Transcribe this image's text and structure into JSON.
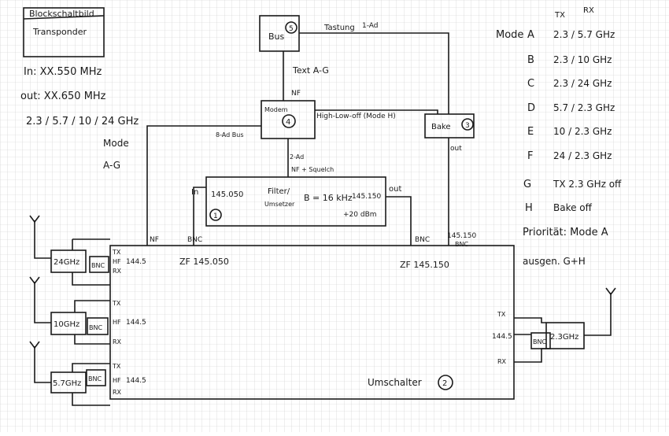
{
  "sheet": {
    "title_line1": "Blockschaltbild",
    "title_line2": "Transponder",
    "in_freq": "In: XX.550 MHz",
    "out_freq": "out: XX.650 MHz",
    "bands": "2.3 / 5.7 / 10 / 24 GHz",
    "mode_line1": "Mode",
    "mode_line2": "A-G"
  },
  "mode_table": {
    "col_tx": "TX",
    "col_rx": "RX",
    "header": "Mode",
    "rows": [
      {
        "letter": "A",
        "value": "2.3 / 5.7 GHz"
      },
      {
        "letter": "B",
        "value": "2.3 / 10 GHz"
      },
      {
        "letter": "C",
        "value": "2.3 / 24 GHz"
      },
      {
        "letter": "D",
        "value": "5.7 / 2.3 GHz"
      },
      {
        "letter": "E",
        "value": "10 / 2.3 GHz"
      },
      {
        "letter": "F",
        "value": "24 / 2.3 GHz"
      },
      {
        "letter": "G",
        "value": "TX 2.3 GHz off"
      },
      {
        "letter": "H",
        "value": "Bake off"
      }
    ],
    "priority": "Priorität: Mode A",
    "except": "ausgen. G+H"
  },
  "blocks": {
    "bus": {
      "label": "Bus",
      "num": "5"
    },
    "modem": {
      "label": "Modem",
      "num": "4"
    },
    "bake": {
      "label": "Bake",
      "num": "3"
    },
    "filter": {
      "num": "1",
      "freq": "145.050",
      "name1": "Filter/",
      "name2": "Umsetzer",
      "bw": "B = 16 kHz",
      "out_freq": "145.150",
      "power": "+20 dBm"
    },
    "umschalter": {
      "label": "Umschalter",
      "num": "2"
    },
    "conv24": {
      "label": "24GHz"
    },
    "conv10": {
      "label": "10GHz"
    },
    "conv57": {
      "label": "5.7GHz"
    },
    "conv23": {
      "label": "2.3GHz"
    }
  },
  "labels": {
    "tastung": "Tastung",
    "one_ad": "1-Ad",
    "text_ag": "Text A-G",
    "nf_top": "NF",
    "high_low": "High-Low-off (Mode H)",
    "bus_8ad": "8-Ad Bus",
    "two_ad": "2-Ad",
    "nf_squelch": "NF + Squelch",
    "in": "In",
    "out": "out",
    "bake_out": "out",
    "nf_left": "NF",
    "bnc": "BNC",
    "zf_left": "ZF 145.050",
    "zf_right": "ZF 145.150",
    "freq_145150": "145.150",
    "tx": "TX",
    "hf": "HF",
    "rx": "RX",
    "freq_1445": "144.5"
  }
}
